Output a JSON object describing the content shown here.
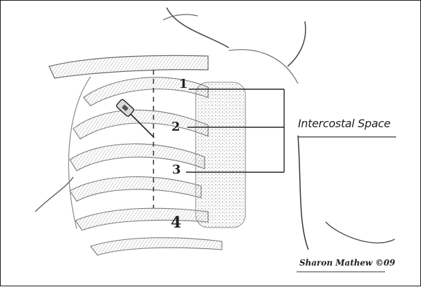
{
  "diagram": {
    "title": "Intercostal Space",
    "space_labels": [
      "1",
      "2",
      "3",
      "4"
    ],
    "signature": "Sharon Mathew ©09"
  },
  "colors": {
    "ink": "#1f1f1f",
    "shading": "#9a9a9a",
    "sternum": "#c8c8c8"
  }
}
